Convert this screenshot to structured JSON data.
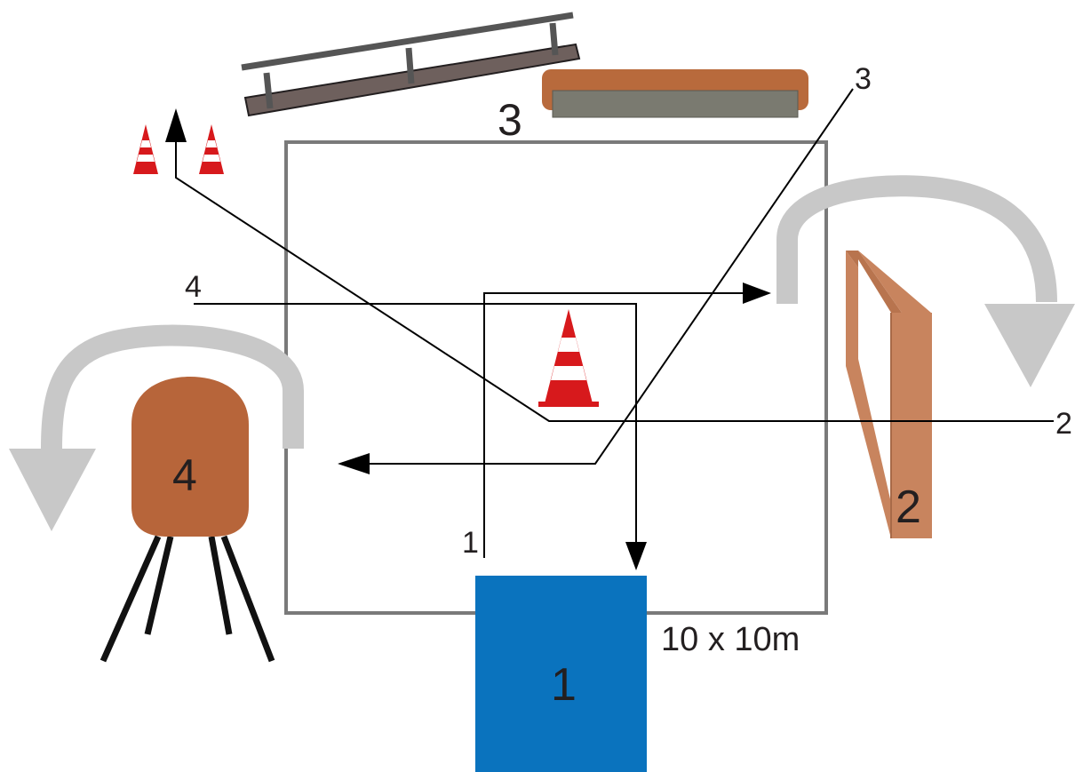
{
  "arena": {
    "size_label": "10 x 10m"
  },
  "obstacles": [
    {
      "id": "obstacle-1",
      "number": "1",
      "type": "water-jump",
      "color": "#0a73be"
    },
    {
      "id": "obstacle-2",
      "number": "2",
      "type": "wooden-frame",
      "color": "#c8845e"
    },
    {
      "id": "obstacle-3",
      "number": "3",
      "type": "seesaw-and-table",
      "color": "#b86a3c"
    },
    {
      "id": "obstacle-4",
      "number": "4",
      "type": "barrel-on-legs",
      "color": "#b7653a"
    }
  ],
  "route_labels": {
    "route_1": "1",
    "route_2": "2",
    "route_3": "3",
    "route_4": "4"
  },
  "colors": {
    "arena_border": "#7a7a7a",
    "route_line": "#000000",
    "turn_arrow": "#c8c8c8",
    "cone_red": "#d7191c",
    "cone_white": "#ffffff",
    "seesaw": "#6e605d",
    "table_top": "#b86a3c",
    "table_base": "#7a7a70"
  }
}
